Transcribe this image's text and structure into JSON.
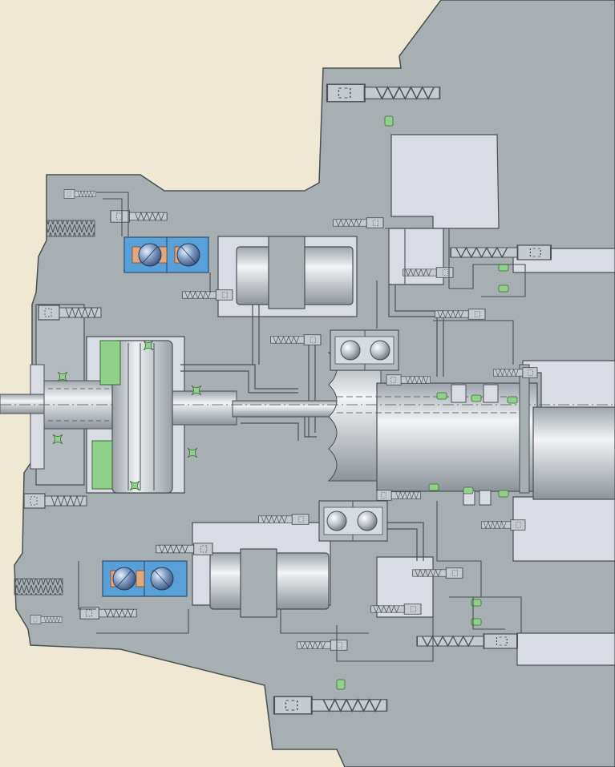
{
  "diagram": {
    "title": "",
    "labels": [],
    "colors": {
      "background": "#efe8d3",
      "housing": "#a7afb3",
      "housing_stroke": "#4a5055",
      "cavity": "#d9dce4",
      "shaft": "#c9ced3",
      "bearing_blue": "#5aa0d8",
      "bearing_ring": "#d6dbe1",
      "ball": "#6f8fb9",
      "spacer_copper": "#e2a77c",
      "seal_green": "#8fd08a",
      "bolt": "#c6cbcf"
    },
    "components": [
      "housing",
      "drive-shaft",
      "angular-contact-bearing-pair-upper",
      "angular-contact-bearing-pair-lower",
      "deep-groove-ball-bearing-upper",
      "deep-groove-ball-bearing-lower",
      "roller-cage-upper",
      "roller-cage-lower",
      "thrust-piston",
      "o-ring-seals",
      "cap-screws",
      "oil-channels"
    ]
  }
}
